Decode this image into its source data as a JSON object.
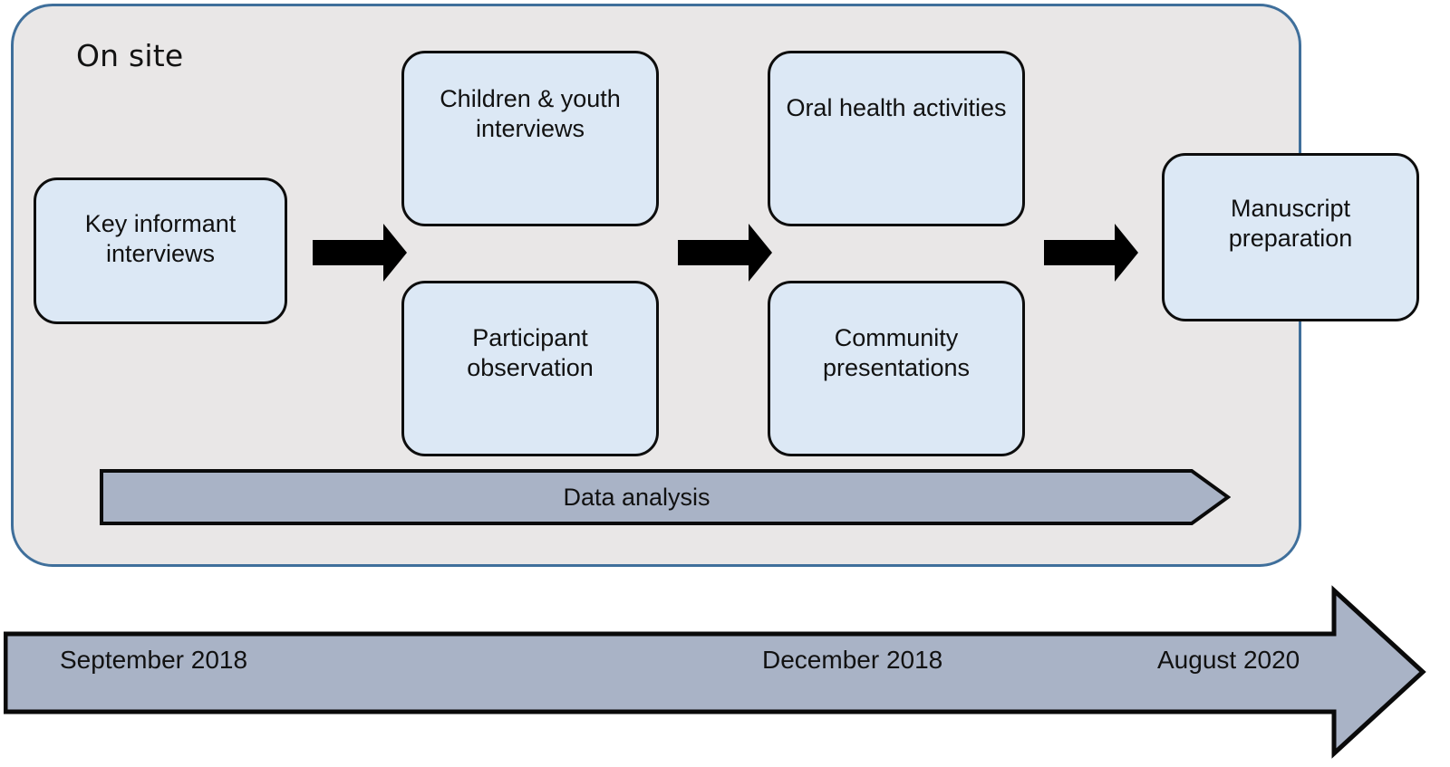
{
  "figure": {
    "panel": {
      "label": "On site",
      "fill": "#e9e7e7",
      "border": "#3f6f9b"
    },
    "box_fill": "#dce8f5",
    "box_border": "#0d0d0d",
    "band_fill": "#a9b3c6",
    "arrow_fill": "#000000",
    "boxes": [
      {
        "id": "key",
        "label": "Key informant\ninterviews"
      },
      {
        "id": "children",
        "label": "Children & youth\ninterviews"
      },
      {
        "id": "participant",
        "label": "Participant\nobservation"
      },
      {
        "id": "oral",
        "label": "Oral health activities"
      },
      {
        "id": "community",
        "label": "Community\npresentations"
      },
      {
        "id": "manuscript",
        "label": "Manuscript\npreparation"
      }
    ],
    "connectors": [
      {
        "id": "arrow-1",
        "name": "flow-arrow-1"
      },
      {
        "id": "arrow-2",
        "name": "flow-arrow-2"
      },
      {
        "id": "arrow-3",
        "name": "flow-arrow-3"
      }
    ],
    "data_analysis_band": {
      "label": "Data analysis"
    },
    "timeline": {
      "start": "September 2018",
      "middle": "December 2018",
      "end": "August 2020"
    }
  }
}
